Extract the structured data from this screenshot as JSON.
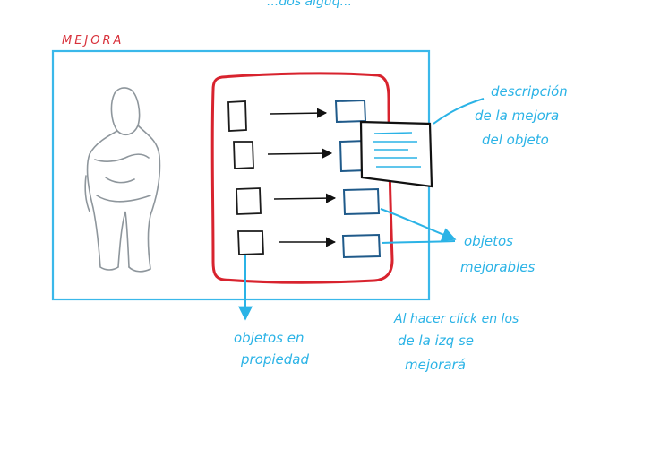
{
  "top_text": "...dos alguq...",
  "title": "MEJORA",
  "annotations": {
    "description_lines": [
      "descripción",
      "de la mejora",
      "del objeto"
    ],
    "improvable_lines": [
      "objetos",
      "mejorables"
    ],
    "property_lines": [
      "objetos en",
      "propiedad"
    ],
    "click_note_lines": [
      "Al hacer click en los",
      "de la izq se",
      "mejorará"
    ]
  },
  "colors": {
    "title": "#d8313b",
    "frame": "#3ab8ea",
    "inventory": "#d8232e",
    "annotation": "#2bb3e6",
    "improved_slot": "#1f5a8a",
    "owned_slot": "#1b1b1b",
    "figure": "#8e969c"
  },
  "icons": {
    "figure": "character-silhouette-icon",
    "description": "description-document-icon"
  }
}
